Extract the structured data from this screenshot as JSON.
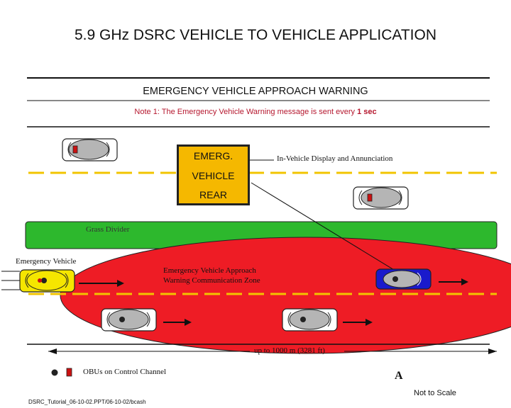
{
  "title": "5.9 GHz DSRC VEHICLE TO VEHICLE APPLICATION",
  "subtitle": "EMERGENCY VEHICLE APPROACH  WARNING",
  "note": {
    "prefix": "Note 1: The Emergency Vehicle Warning message is sent every ",
    "emphasis": "1 sec"
  },
  "display": {
    "lines": [
      "EMERG.",
      "VEHICLE",
      "REAR"
    ],
    "label": "In-Vehicle Display and Annunciation"
  },
  "labels": {
    "grass_divider": "Grass Divider",
    "emergency_vehicle": "Emergency Vehicle",
    "zone_line1": "Emergency Vehicle Approach",
    "zone_line2": "Warning Communication Zone",
    "distance": "up to 1000 m (3281 ft)",
    "legend": "OBUs on Control Channel",
    "mark_a": "A",
    "not_to_scale": "Not to Scale",
    "footer": "DSRC_Tutorial_06-10-02.PPT/06-10-02/bcash"
  },
  "colors": {
    "zone": "#ee1c25",
    "grass": "#2db82d",
    "lane_marking": "#f2c400",
    "emergency_vehicle": "#f5e600",
    "highlight_car": "#1a1acc",
    "car_body": "#b5b5b5",
    "display_bg": "#f5b800",
    "note_text": "#b5172e"
  },
  "icons": [
    "obu-disc-icon",
    "obu-square-icon",
    "arrow-right-icon"
  ]
}
